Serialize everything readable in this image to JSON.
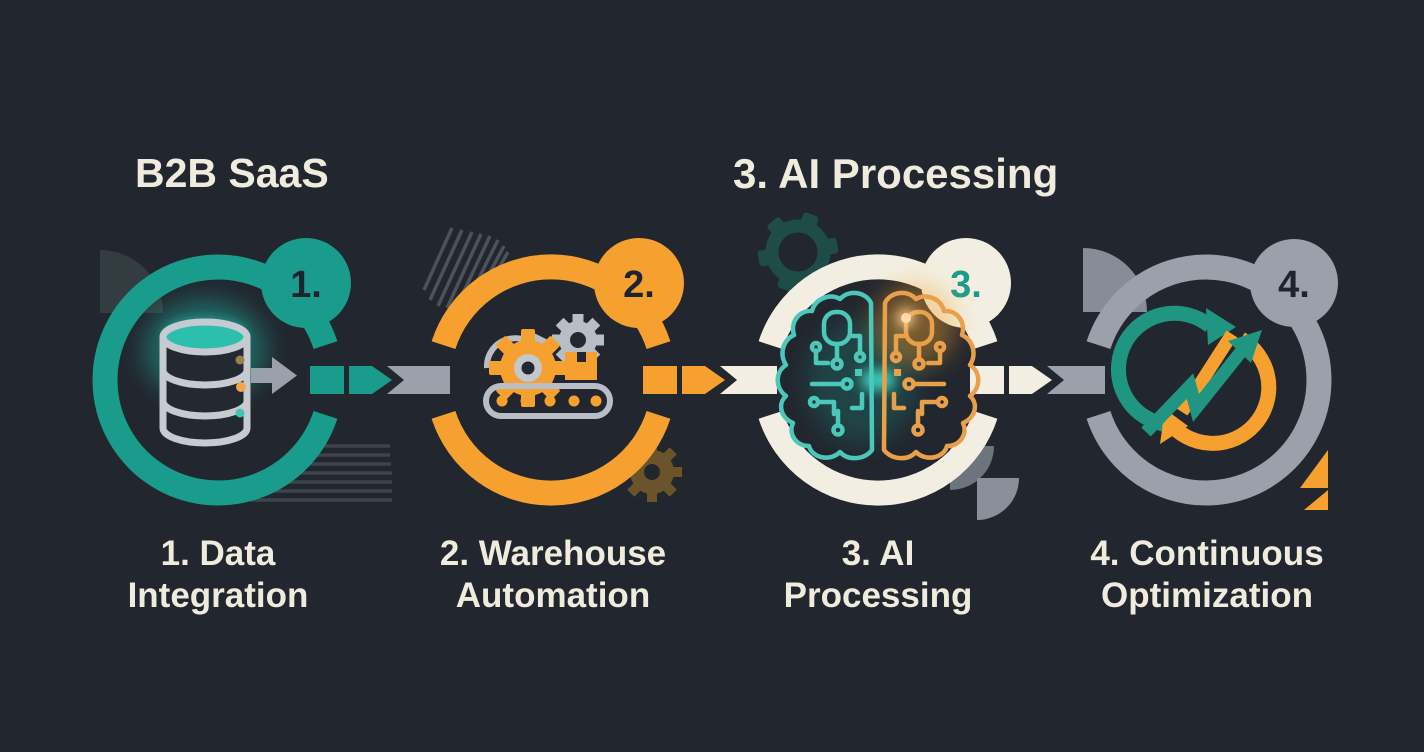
{
  "page": {
    "header_left": "B2B SaaS",
    "header_title": "3. AI Processing"
  },
  "colors": {
    "background": "#22262e",
    "teal": "#1a9c8d",
    "orange": "#f6a12f",
    "cream": "#f2efe2",
    "gray": "#9aa1ab",
    "label_text": "#efecdd",
    "badge_text": "#1d242e"
  },
  "steps": [
    {
      "number": "1.",
      "number_color": "#1d242e",
      "color": "#1a9c8d",
      "label_line1": "1. Data",
      "label_line2": "Integration",
      "icon": "database-icon"
    },
    {
      "number": "2.",
      "number_color": "#1d242e",
      "color": "#f6a12f",
      "label_line1": "2. Warehouse",
      "label_line2": "Automation",
      "icon": "warehouse-automation-icon"
    },
    {
      "number": "3.",
      "number_color": "#1a9c8d",
      "color": "#f2efe2",
      "label_line1": "3. AI",
      "label_line2": "Processing",
      "icon": "ai-brain-icon"
    },
    {
      "number": "4.",
      "number_color": "#1d242e",
      "color": "#9aa1ab",
      "label_line1": "4. Continuous",
      "label_line2": "Optimization",
      "icon": "cycle-arrows-icon"
    }
  ],
  "connectors": [
    {
      "from": "step-1",
      "to": "step-2",
      "arrow_color": "#1a9c8d",
      "bar_color": "#9aa1ab"
    },
    {
      "from": "step-2",
      "to": "step-3",
      "arrow_color": "#f6a12f",
      "bar_color": "#f2efe2"
    },
    {
      "from": "step-3",
      "to": "step-4",
      "arrow_color": "#f2efe2",
      "bar_color": "#9aa1ab"
    }
  ]
}
